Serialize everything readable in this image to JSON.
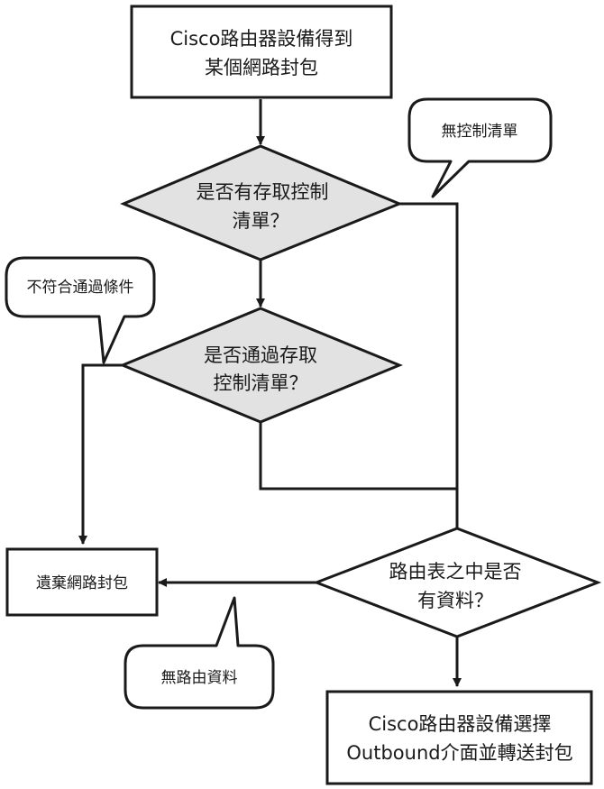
{
  "colors": {
    "stroke": "#1a1a1a",
    "diamond_fill": "#e2e2e2",
    "box_fill": "#ffffff"
  },
  "nodes": {
    "start": {
      "line1": "Cisco路由器設備得到",
      "line2": "某個網路封包"
    },
    "decision_acl": {
      "line1": "是否有存取控制",
      "line2": "清單？"
    },
    "decision_pass": {
      "line1": "是否通過存取",
      "line2": "控制清單？"
    },
    "decision_route": {
      "line1": "路由表之中是否",
      "line2": "有資料？"
    },
    "drop": {
      "label": "遺棄網路封包"
    },
    "forward": {
      "line1": "Cisco路由器設備選擇",
      "line2": "Outbound介面並轉送封包"
    }
  },
  "callouts": {
    "no_acl": "無控制清單",
    "not_match": "不符合通過條件",
    "no_route": "無路由資料"
  }
}
